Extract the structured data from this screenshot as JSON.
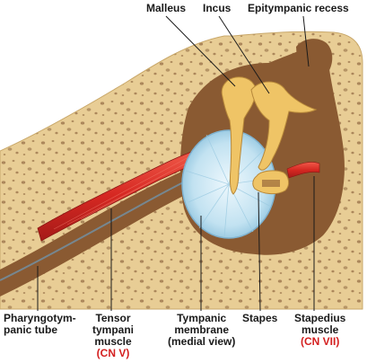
{
  "labels": {
    "malleus": "Malleus",
    "incus": "Incus",
    "epitympanic_recess": "Epitympanic recess",
    "pharyngotympanic_line1": "Pharyngotym-",
    "pharyngotympanic_line2": "panic tube",
    "tensor_line1": "Tensor",
    "tensor_line2": "tympani",
    "tensor_line3": "muscle",
    "tensor_nerve": "(CN V)",
    "tympanic_line1": "Tympanic",
    "tympanic_line2": "membrane",
    "tympanic_line3": "(medial view)",
    "stapes": "Stapes",
    "stapedius_line1": "Stapedius",
    "stapedius_line2": "muscle",
    "stapedius_nerve": "(CN VII)"
  },
  "colors": {
    "bone": "#e9cf98",
    "cavity": "#8a5a32",
    "ossicle": "#efc466",
    "membrane": "#c8e3f0",
    "muscle": "#d92a26",
    "nerve_label": "#d42020"
  }
}
